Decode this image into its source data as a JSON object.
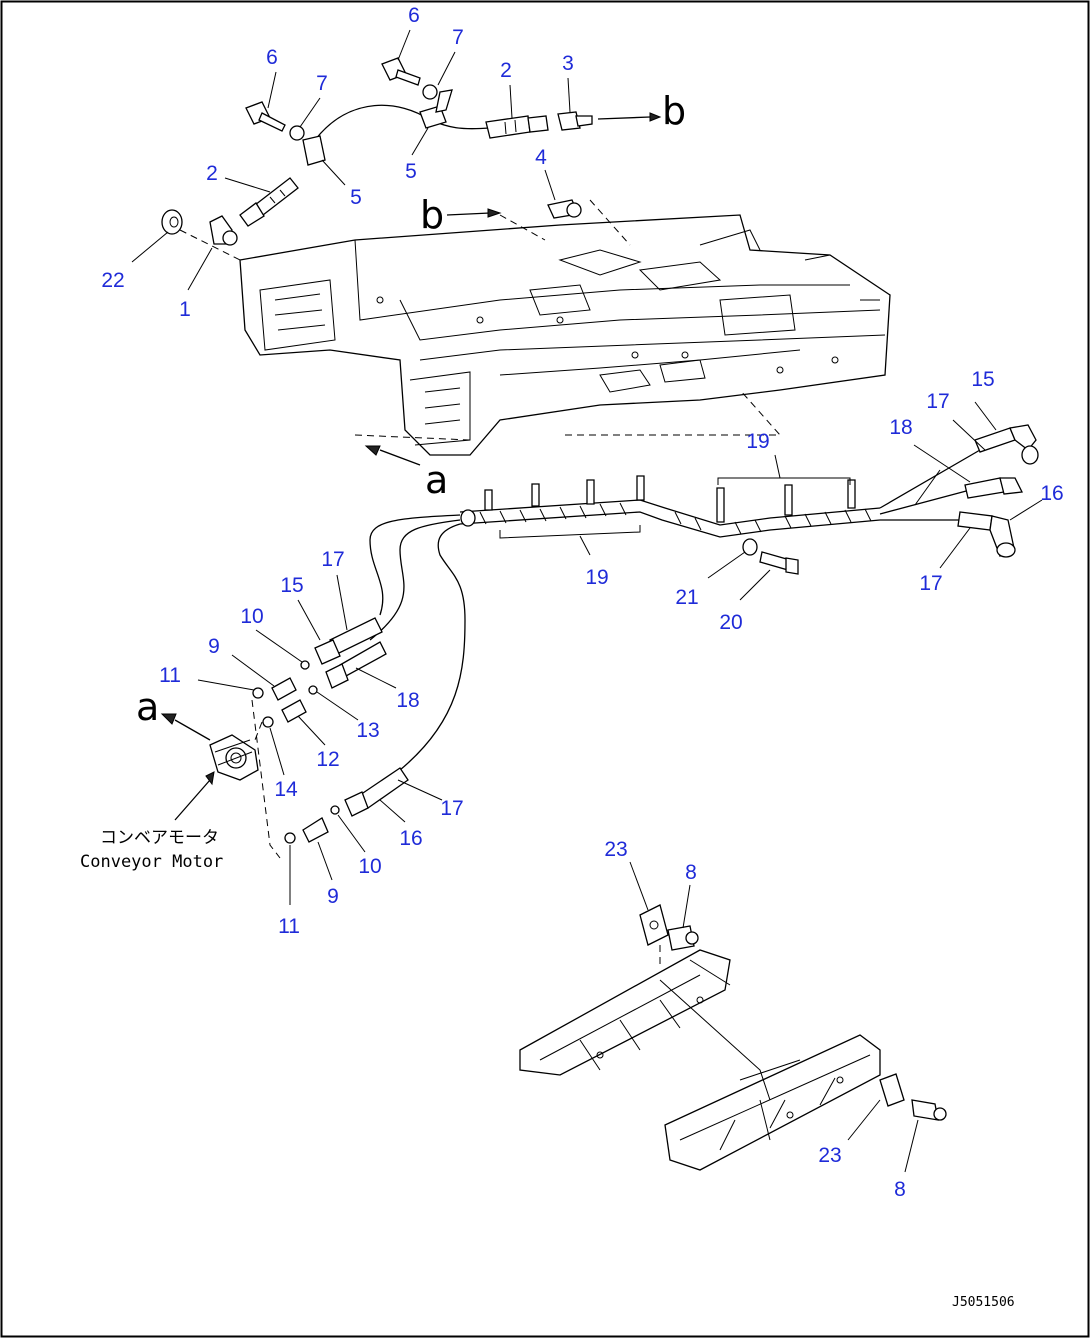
{
  "callouts": [
    {
      "id": "c6a",
      "text": "6"
    },
    {
      "id": "c7a",
      "text": "7"
    },
    {
      "id": "c6b",
      "text": "6"
    },
    {
      "id": "c7b",
      "text": "7"
    },
    {
      "id": "c2a",
      "text": "2"
    },
    {
      "id": "c3",
      "text": "3"
    },
    {
      "id": "c2b",
      "text": "2"
    },
    {
      "id": "c5a",
      "text": "5"
    },
    {
      "id": "c5b",
      "text": "5"
    },
    {
      "id": "c4",
      "text": "4"
    },
    {
      "id": "c22",
      "text": "22"
    },
    {
      "id": "c1",
      "text": "1"
    },
    {
      "id": "c15a",
      "text": "15"
    },
    {
      "id": "c17a",
      "text": "17"
    },
    {
      "id": "c18a",
      "text": "18"
    },
    {
      "id": "c19a",
      "text": "19"
    },
    {
      "id": "c16a",
      "text": "16"
    },
    {
      "id": "c17b",
      "text": "17"
    },
    {
      "id": "c19b",
      "text": "19"
    },
    {
      "id": "c21",
      "text": "21"
    },
    {
      "id": "c20",
      "text": "20"
    },
    {
      "id": "c17c",
      "text": "17"
    },
    {
      "id": "c15b",
      "text": "15"
    },
    {
      "id": "c10a",
      "text": "10"
    },
    {
      "id": "c9a",
      "text": "9"
    },
    {
      "id": "c11a",
      "text": "11"
    },
    {
      "id": "c18b",
      "text": "18"
    },
    {
      "id": "c13",
      "text": "13"
    },
    {
      "id": "c12",
      "text": "12"
    },
    {
      "id": "c14",
      "text": "14"
    },
    {
      "id": "c17d",
      "text": "17"
    },
    {
      "id": "c16b",
      "text": "16"
    },
    {
      "id": "c10b",
      "text": "10"
    },
    {
      "id": "c9b",
      "text": "9"
    },
    {
      "id": "c11b",
      "text": "11"
    },
    {
      "id": "c23a",
      "text": "23"
    },
    {
      "id": "c8a",
      "text": "8"
    },
    {
      "id": "c23b",
      "text": "23"
    },
    {
      "id": "c8b",
      "text": "8"
    }
  ],
  "view_letters": {
    "a_main": "a",
    "b_main": "b",
    "a_motor": "a",
    "b_right": "b"
  },
  "motor_caption": {
    "japanese": "コンベアモータ",
    "english": "Conveyor Motor"
  },
  "drawing_code": "J5051506",
  "colors": {
    "callout": "#1f2bd8",
    "linework": "#000000",
    "background": "#ffffff"
  }
}
